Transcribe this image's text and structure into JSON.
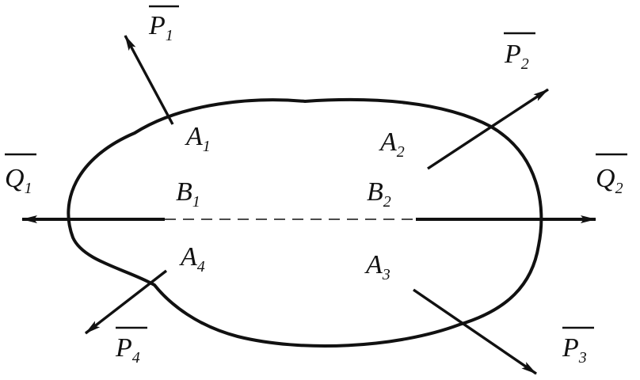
{
  "diagram": {
    "stroke_color": "#111111",
    "background": "#ffffff",
    "labels": {
      "P1": {
        "main": "P",
        "sub": "1"
      },
      "P2": {
        "main": "P",
        "sub": "2"
      },
      "P3": {
        "main": "P",
        "sub": "3"
      },
      "P4": {
        "main": "P",
        "sub": "4"
      },
      "Q1": {
        "main": "Q",
        "sub": "1"
      },
      "Q2": {
        "main": "Q",
        "sub": "2"
      },
      "A1": {
        "main": "A",
        "sub": "1"
      },
      "A2": {
        "main": "A",
        "sub": "2"
      },
      "A3": {
        "main": "A",
        "sub": "3"
      },
      "A4": {
        "main": "A",
        "sub": "4"
      },
      "B1": {
        "main": "B",
        "sub": "1"
      },
      "B2": {
        "main": "B",
        "sub": "2"
      }
    }
  }
}
